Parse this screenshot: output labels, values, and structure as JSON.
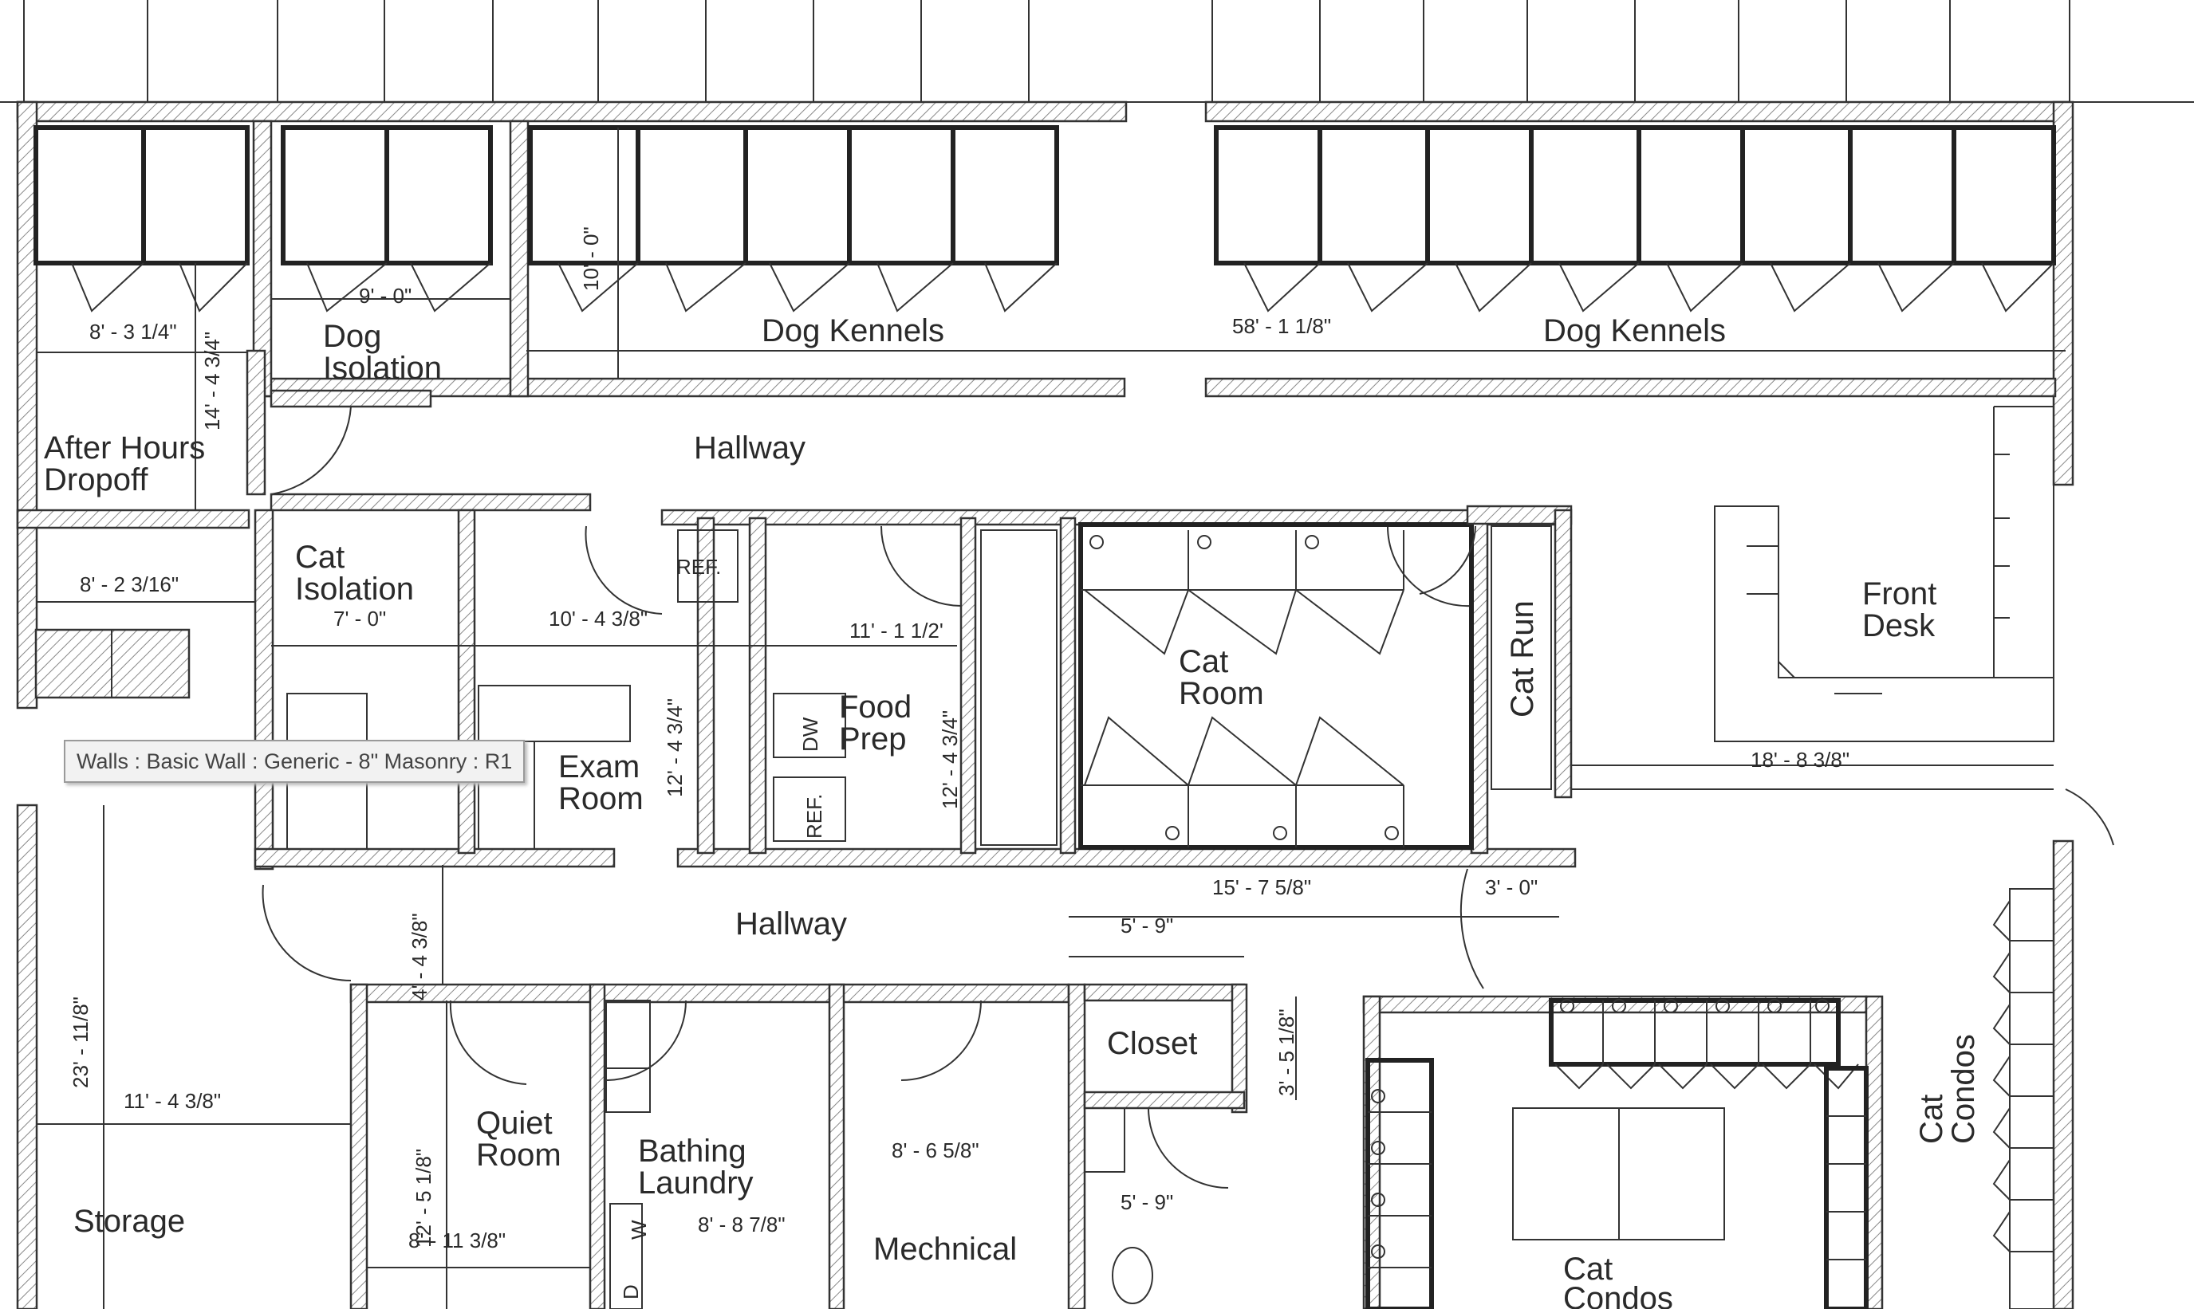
{
  "rooms": {
    "dog_kennels_left": "Dog Kennels",
    "dog_kennels_right": "Dog Kennels",
    "dog_isolation_1": "Dog",
    "dog_isolation_2": "Isolation",
    "after_hours_1": "After Hours",
    "after_hours_2": "Dropoff",
    "hallway_upper": "Hallway",
    "hallway_lower": "Hallway",
    "cat_isolation_1": "Cat",
    "cat_isolation_2": "Isolation",
    "exam_room_1": "Exam",
    "exam_room_2": "Room",
    "food_prep_1": "Food",
    "food_prep_2": "Prep",
    "cat_room_1": "Cat",
    "cat_room_2": "Room",
    "cat_run": "Cat Run",
    "front_desk_1": "Front",
    "front_desk_2": "Desk",
    "closet": "Closet",
    "quiet_room_1": "Quiet",
    "quiet_room_2": "Room",
    "bathing_1": "Bathing",
    "bathing_2": "Laundry",
    "mechanical": "Mechnical",
    "storage": "Storage",
    "cat_condos_center_1": "Cat",
    "cat_condos_center_2": "Condos",
    "cat_condos_right_1": "Cat",
    "cat_condos_right_2": "Condos"
  },
  "fixtures": {
    "ref_upper": "REF.",
    "ref_lower": "REF.",
    "dw": "DW",
    "washer": "W",
    "dryer": "D"
  },
  "dimensions": {
    "after_hours_width": "8' - 3 1/4\"",
    "after_hours_height": "14' - 4 3/4\"",
    "dog_iso_width": "9' - 0\"",
    "kennel_depth": "10' - 0\"",
    "kennel_run": "58' - 1 1/8\"",
    "lower_left_width": "8' - 2 3/16\"",
    "cat_iso_width": "7' - 0\"",
    "exam_width": "10' - 4 3/8\"",
    "exam_height": "12' - 4 3/4\"",
    "food_prep_width": "11' - 1 1/2'",
    "food_prep_height": "12' - 4 3/4\"",
    "cat_room_width": "15' - 7 5/8\"",
    "cat_run_width": "3' - 0\"",
    "closet_width": "5' - 9\"",
    "closet_height": "3' - 5 1/8\"",
    "front_desk_width": "18' - 8 3/8\"",
    "storage_height": "23' - 11/8\"",
    "storage_width": "11' - 4 3/8\"",
    "hall_small": "4' - 4 3/8\"",
    "quiet_height": "12' - 5 1/8\"",
    "quiet_width": "8' - 11 3/8\"",
    "bathing_width": "8' - 8 7/8\"",
    "mechanical_width": "8' - 6 5/8\"",
    "toilet_width": "5' - 9\""
  },
  "tooltip": {
    "text": "Walls : Basic Wall : Generic - 8\" Masonry : R1"
  }
}
